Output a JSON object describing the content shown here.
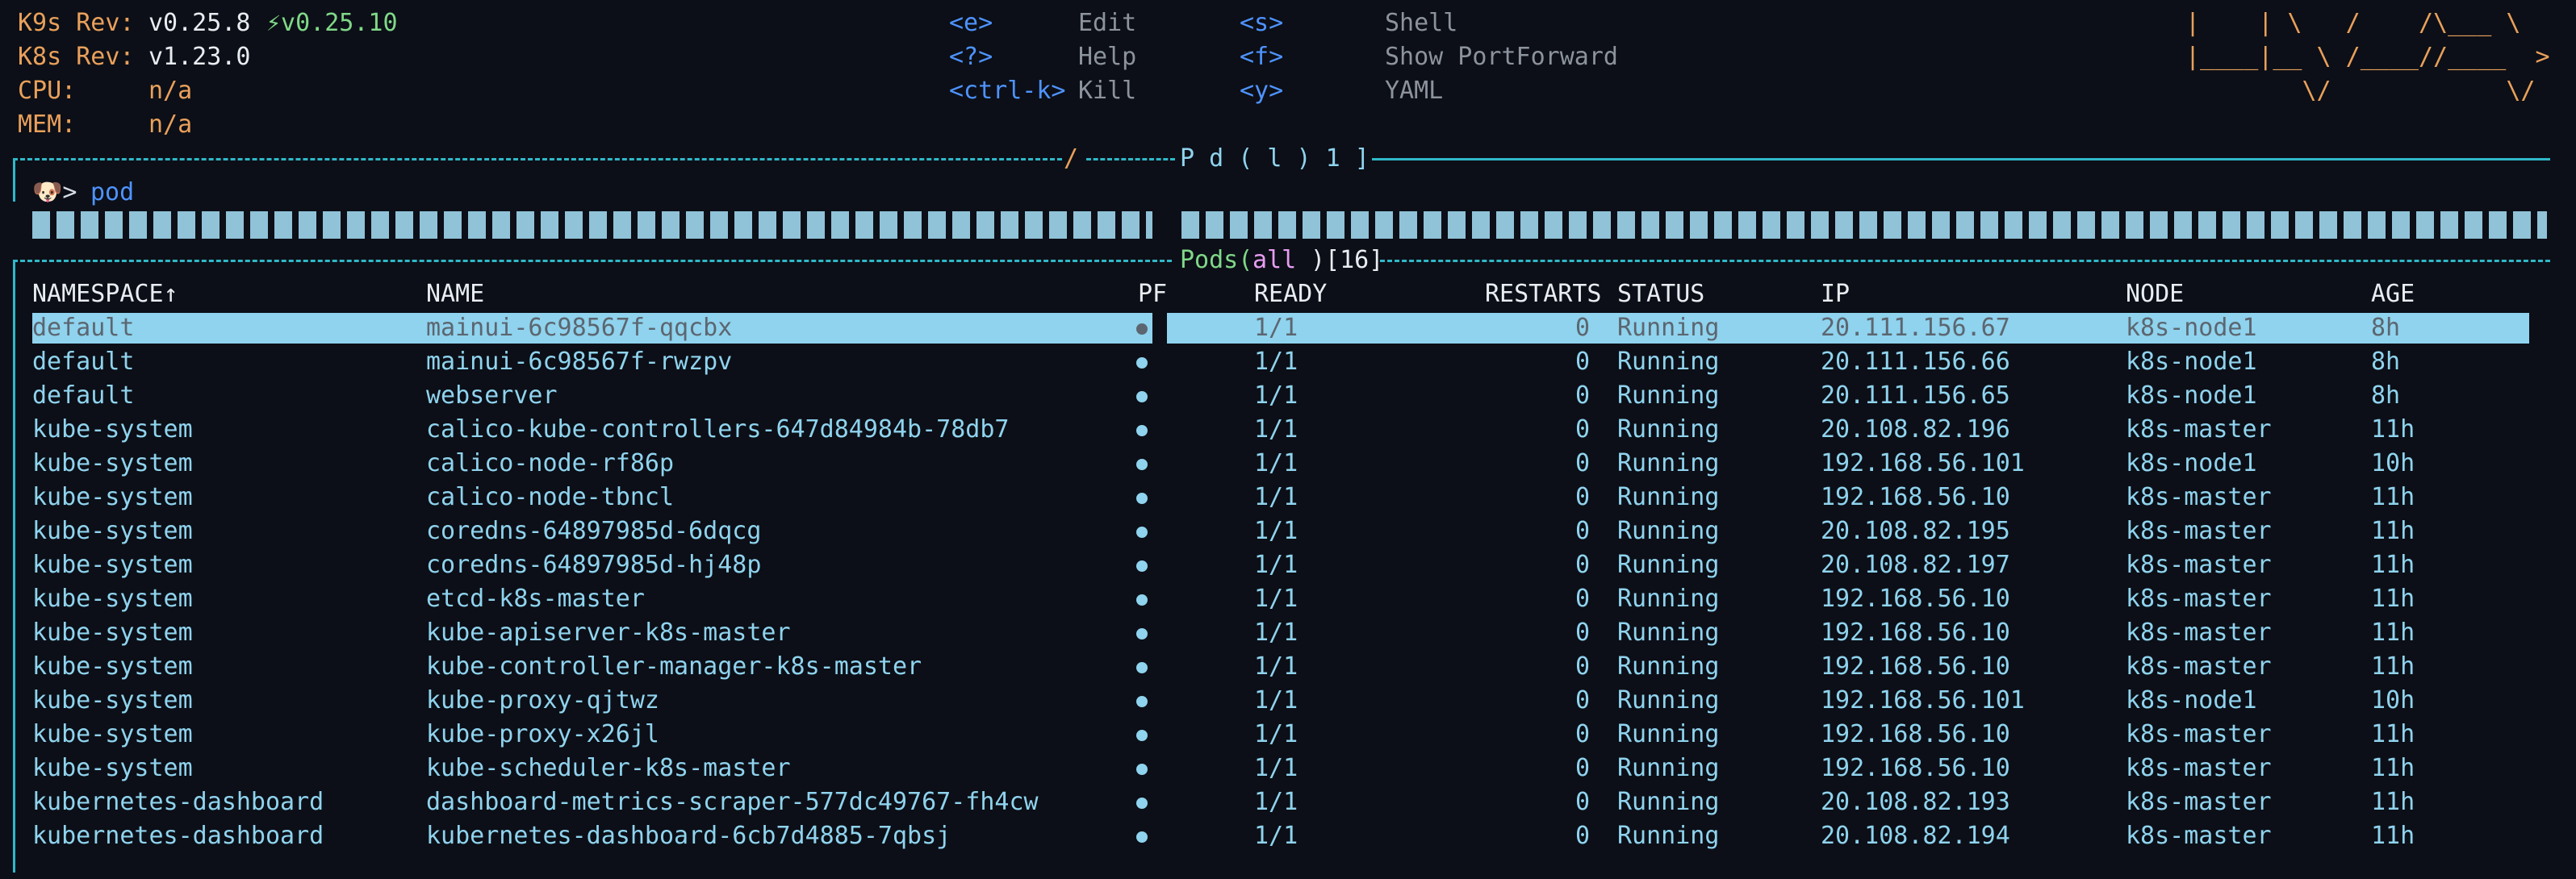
{
  "header": {
    "k9s_label": "K9s Rev:",
    "k9s_version": "v0.25.8",
    "k9s_update": "⚡v0.25.10",
    "k8s_label": "K8s Rev:",
    "k8s_version": "v1.23.0",
    "cpu_label": "CPU:",
    "cpu_value": "n/a",
    "mem_label": "MEM:",
    "mem_value": "n/a"
  },
  "shortcuts": [
    {
      "key": "<e>",
      "action": "Edit"
    },
    {
      "key": "<?>",
      "action": "Help"
    },
    {
      "key": "<ctrl-k>",
      "action": "Kill"
    },
    {
      "key": "<s>",
      "action": "Shell"
    },
    {
      "key": "<f>",
      "action": "Show PortForward"
    },
    {
      "key": "<y>",
      "action": "YAML"
    }
  ],
  "logo": {
    "line1": "|    | \\   /    /\\___ \\",
    "line2": "|____|__ \\ /____//____  >",
    "line3": "        \\/            \\/"
  },
  "frame": {
    "top_title": "P d ( l ) 1 ]",
    "top_slash": "/",
    "lower_title_prefix": "Pods(",
    "lower_title_scope": "all",
    "lower_title_suffix": ")[16]"
  },
  "prompt": {
    "icon": "🐶>",
    "command": "pod"
  },
  "table": {
    "columns": [
      "NAMESPACE↑",
      "NAME",
      "PF",
      "READY",
      "RESTARTS",
      "STATUS",
      "IP",
      "NODE",
      "AGE"
    ],
    "rows": [
      {
        "namespace": "default",
        "name": "mainui-6c98567f-qqcbx",
        "ready": "1/1",
        "restarts": "0",
        "status": "Running",
        "ip": "20.111.156.67",
        "node": "k8s-node1",
        "age": "8h"
      },
      {
        "namespace": "default",
        "name": "mainui-6c98567f-rwzpv",
        "ready": "1/1",
        "restarts": "0",
        "status": "Running",
        "ip": "20.111.156.66",
        "node": "k8s-node1",
        "age": "8h"
      },
      {
        "namespace": "default",
        "name": "webserver",
        "ready": "1/1",
        "restarts": "0",
        "status": "Running",
        "ip": "20.111.156.65",
        "node": "k8s-node1",
        "age": "8h"
      },
      {
        "namespace": "kube-system",
        "name": "calico-kube-controllers-647d84984b-78db7",
        "ready": "1/1",
        "restarts": "0",
        "status": "Running",
        "ip": "20.108.82.196",
        "node": "k8s-master",
        "age": "11h"
      },
      {
        "namespace": "kube-system",
        "name": "calico-node-rf86p",
        "ready": "1/1",
        "restarts": "0",
        "status": "Running",
        "ip": "192.168.56.101",
        "node": "k8s-node1",
        "age": "10h"
      },
      {
        "namespace": "kube-system",
        "name": "calico-node-tbncl",
        "ready": "1/1",
        "restarts": "0",
        "status": "Running",
        "ip": "192.168.56.10",
        "node": "k8s-master",
        "age": "11h"
      },
      {
        "namespace": "kube-system",
        "name": "coredns-64897985d-6dqcg",
        "ready": "1/1",
        "restarts": "0",
        "status": "Running",
        "ip": "20.108.82.195",
        "node": "k8s-master",
        "age": "11h"
      },
      {
        "namespace": "kube-system",
        "name": "coredns-64897985d-hj48p",
        "ready": "1/1",
        "restarts": "0",
        "status": "Running",
        "ip": "20.108.82.197",
        "node": "k8s-master",
        "age": "11h"
      },
      {
        "namespace": "kube-system",
        "name": "etcd-k8s-master",
        "ready": "1/1",
        "restarts": "0",
        "status": "Running",
        "ip": "192.168.56.10",
        "node": "k8s-master",
        "age": "11h"
      },
      {
        "namespace": "kube-system",
        "name": "kube-apiserver-k8s-master",
        "ready": "1/1",
        "restarts": "0",
        "status": "Running",
        "ip": "192.168.56.10",
        "node": "k8s-master",
        "age": "11h"
      },
      {
        "namespace": "kube-system",
        "name": "kube-controller-manager-k8s-master",
        "ready": "1/1",
        "restarts": "0",
        "status": "Running",
        "ip": "192.168.56.10",
        "node": "k8s-master",
        "age": "11h"
      },
      {
        "namespace": "kube-system",
        "name": "kube-proxy-qjtwz",
        "ready": "1/1",
        "restarts": "0",
        "status": "Running",
        "ip": "192.168.56.101",
        "node": "k8s-node1",
        "age": "10h"
      },
      {
        "namespace": "kube-system",
        "name": "kube-proxy-x26jl",
        "ready": "1/1",
        "restarts": "0",
        "status": "Running",
        "ip": "192.168.56.10",
        "node": "k8s-master",
        "age": "11h"
      },
      {
        "namespace": "kube-system",
        "name": "kube-scheduler-k8s-master",
        "ready": "1/1",
        "restarts": "0",
        "status": "Running",
        "ip": "192.168.56.10",
        "node": "k8s-master",
        "age": "11h"
      },
      {
        "namespace": "kubernetes-dashboard",
        "name": "dashboard-metrics-scraper-577dc49767-fh4cw",
        "ready": "1/1",
        "restarts": "0",
        "status": "Running",
        "ip": "20.108.82.193",
        "node": "k8s-master",
        "age": "11h"
      },
      {
        "namespace": "kubernetes-dashboard",
        "name": "kubernetes-dashboard-6cb7d4885-7qbsj",
        "ready": "1/1",
        "restarts": "0",
        "status": "Running",
        "ip": "20.108.82.194",
        "node": "k8s-master",
        "age": "11h"
      }
    ]
  },
  "colors": {
    "background": "#0c0f17",
    "frame": "#2fb8c8",
    "row_text": "#8fd3ee",
    "selected_bg": "#8fd3ee",
    "label_orange": "#e9a05b",
    "shortcut_key": "#4e93ff"
  }
}
